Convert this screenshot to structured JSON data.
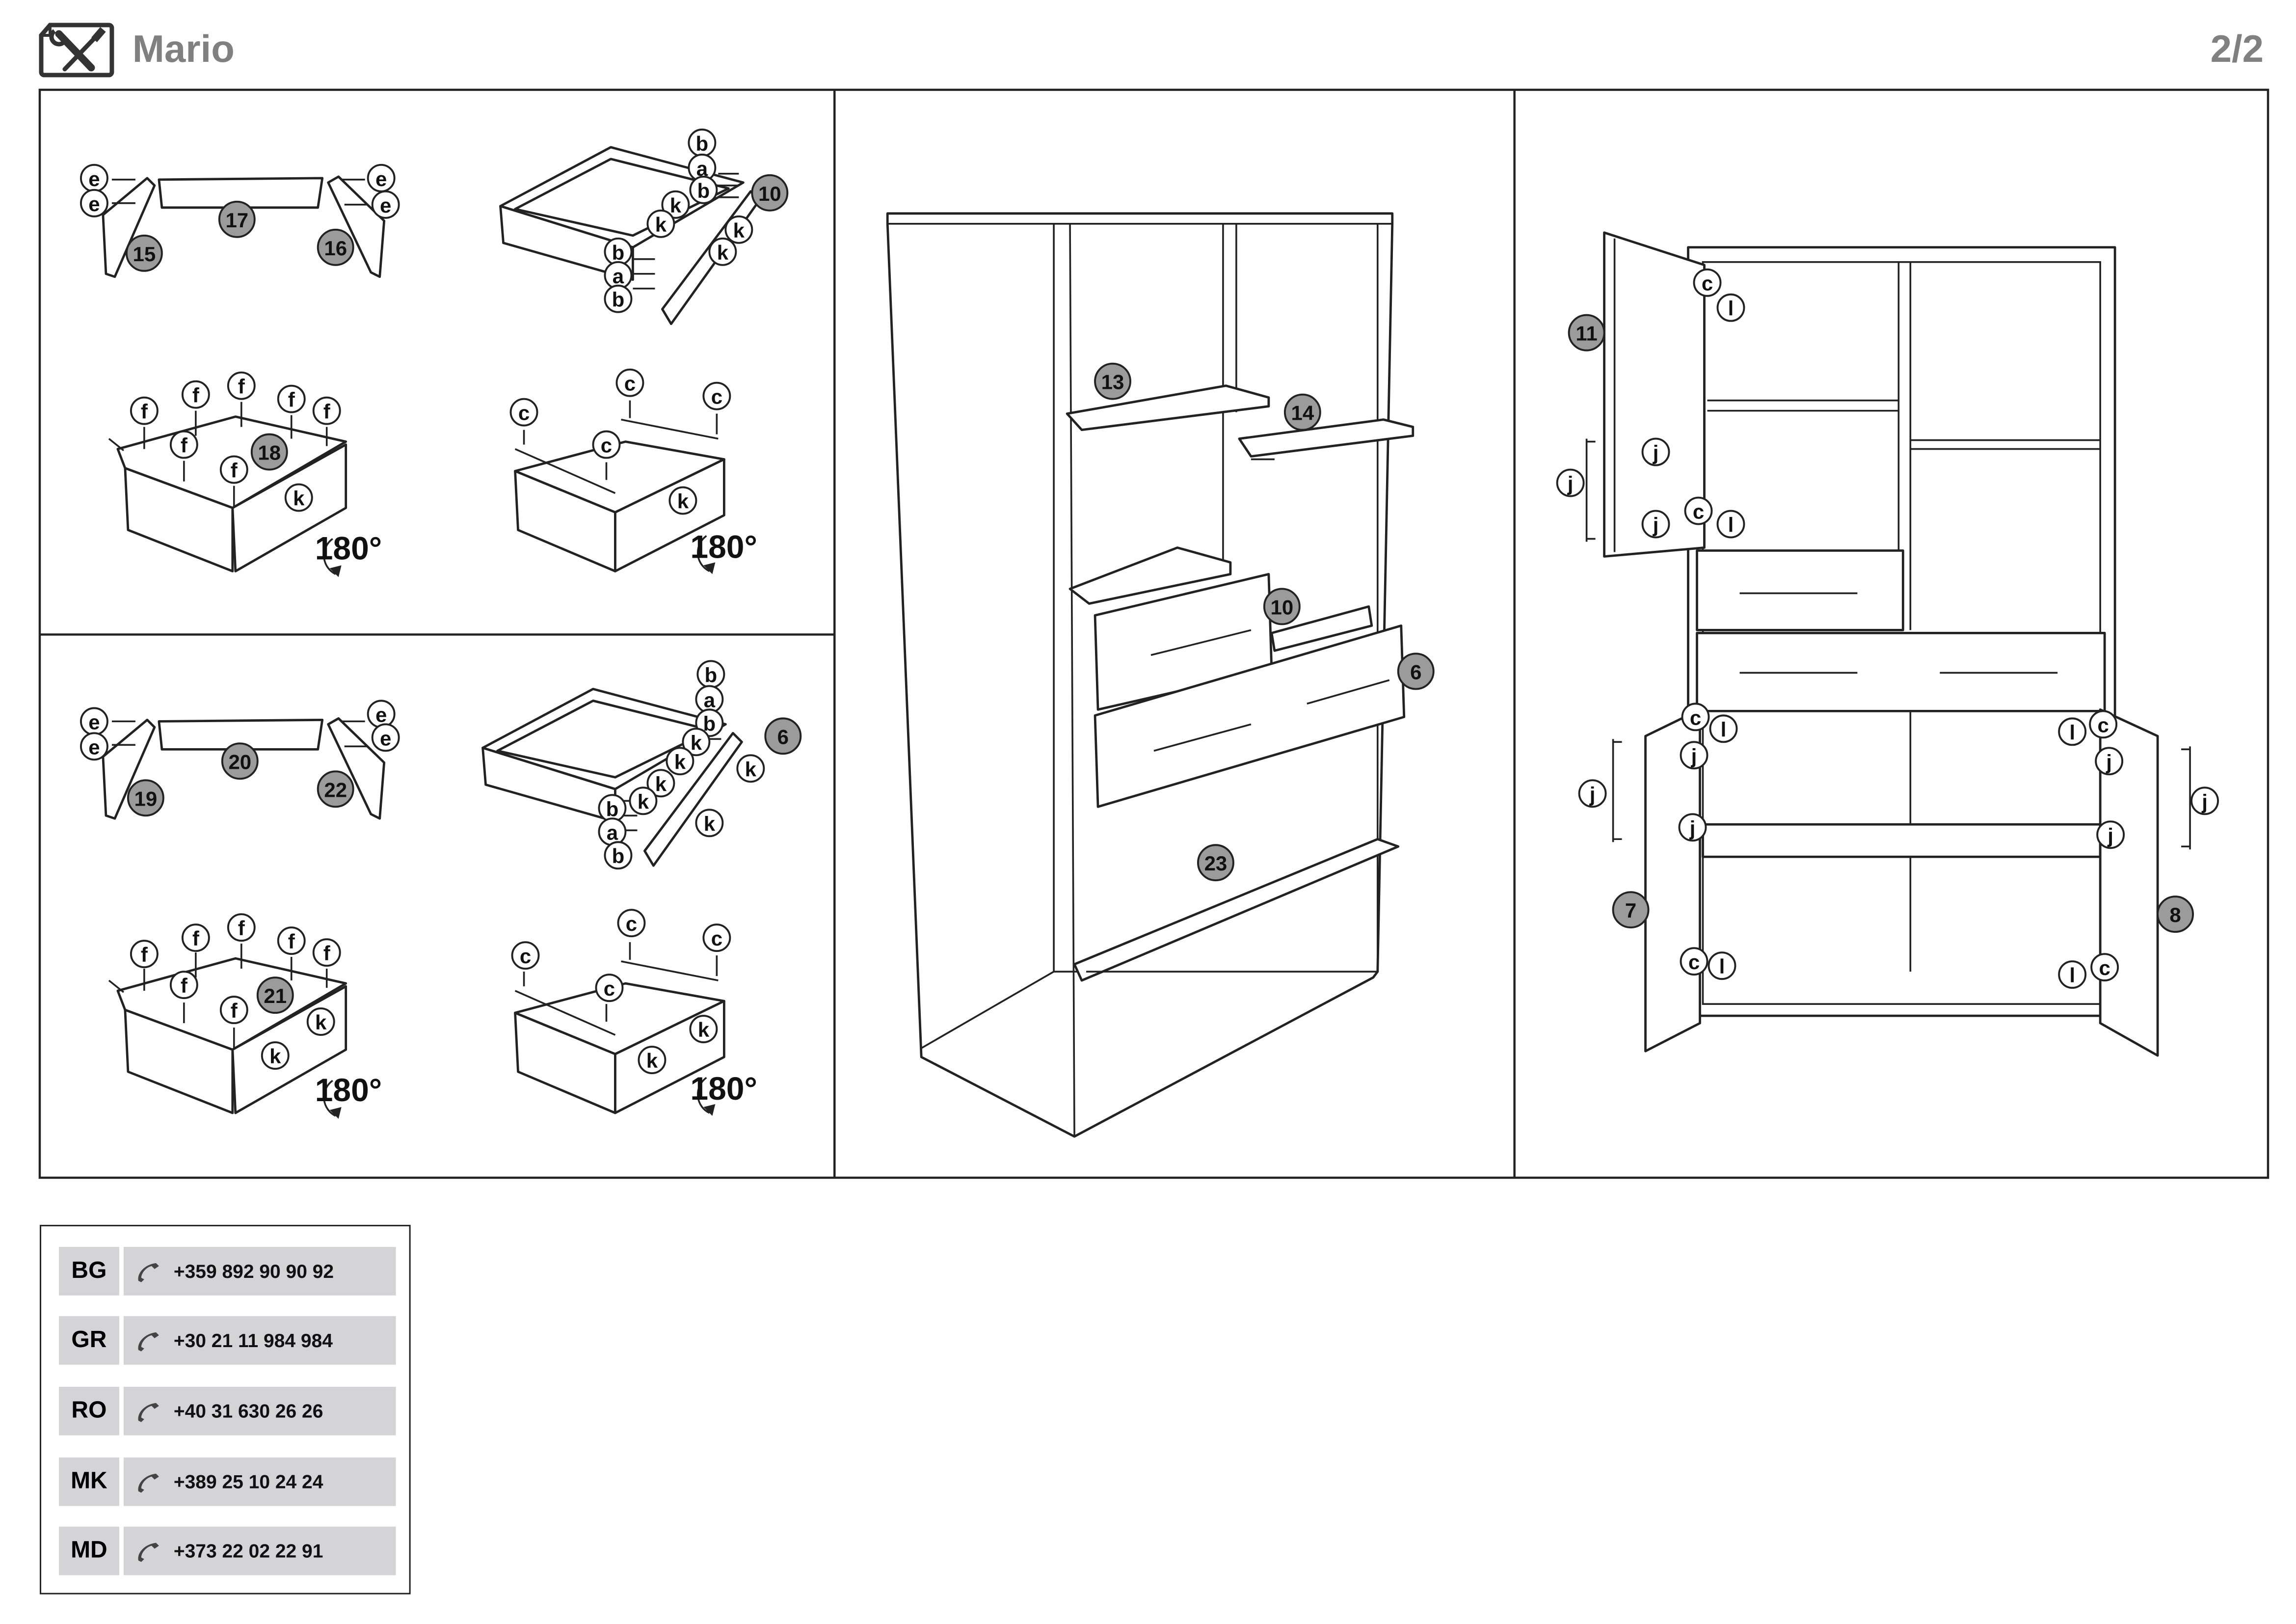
{
  "header": {
    "title": "Mario",
    "page": "2/2",
    "logo_icon": "tools-document-icon"
  },
  "steps": [
    {
      "name": "step-drawer-10-sides",
      "callouts": [
        "e",
        "e",
        "17",
        "15",
        "16",
        "e",
        "e"
      ]
    },
    {
      "name": "step-drawer-10-front",
      "callouts": [
        "b",
        "a",
        "b",
        "10",
        "k",
        "k",
        "k",
        "k",
        "b",
        "a",
        "b"
      ]
    },
    {
      "name": "step-drawer-10-bottom",
      "callouts": [
        "f",
        "f",
        "f",
        "f",
        "f",
        "f",
        "18",
        "f",
        "k"
      ],
      "rotation": "180°"
    },
    {
      "name": "step-drawer-10-rails",
      "callouts": [
        "c",
        "c",
        "c",
        "c",
        "k"
      ],
      "rotation": "180°"
    },
    {
      "name": "step-drawer-6-sides",
      "callouts": [
        "e",
        "e",
        "20",
        "19",
        "22",
        "e",
        "e"
      ]
    },
    {
      "name": "step-drawer-6-front",
      "callouts": [
        "b",
        "a",
        "b",
        "6",
        "k",
        "k",
        "k",
        "k",
        "k",
        "k",
        "b",
        "a",
        "b"
      ]
    },
    {
      "name": "step-drawer-6-bottom",
      "callouts": [
        "f",
        "f",
        "f",
        "f",
        "f",
        "f",
        "21",
        "f",
        "k",
        "k"
      ],
      "rotation": "180°"
    },
    {
      "name": "step-drawer-6-rails",
      "callouts": [
        "c",
        "c",
        "c",
        "c",
        "k",
        "k"
      ],
      "rotation": "180°"
    },
    {
      "name": "step-cabinet-shelves-drawers",
      "callouts": [
        "13",
        "14",
        "10",
        "6",
        "23"
      ]
    },
    {
      "name": "step-cabinet-doors",
      "callouts": [
        "11",
        "c",
        "l",
        "j",
        "j",
        "j",
        "c",
        "l",
        "c",
        "l",
        "j",
        "j",
        "j",
        "7",
        "c",
        "l",
        "l",
        "c",
        "j",
        "j",
        "j",
        "8",
        "l",
        "c"
      ]
    }
  ],
  "contacts": [
    {
      "country": "BG",
      "phone": "+359 892 90 90 92"
    },
    {
      "country": "GR",
      "phone": "+30 21 11 984 984"
    },
    {
      "country": "RO",
      "phone": "+40 31 630 26 26"
    },
    {
      "country": "MK",
      "phone": "+389 25 10 24 24"
    },
    {
      "country": "MD",
      "phone": "+373 22 02 22 91"
    }
  ],
  "colors": {
    "part_fill": "#9b9b9b",
    "hardware_fill": "#ffffff",
    "title": "#808080",
    "contact_bg": "#d4d4d6"
  }
}
